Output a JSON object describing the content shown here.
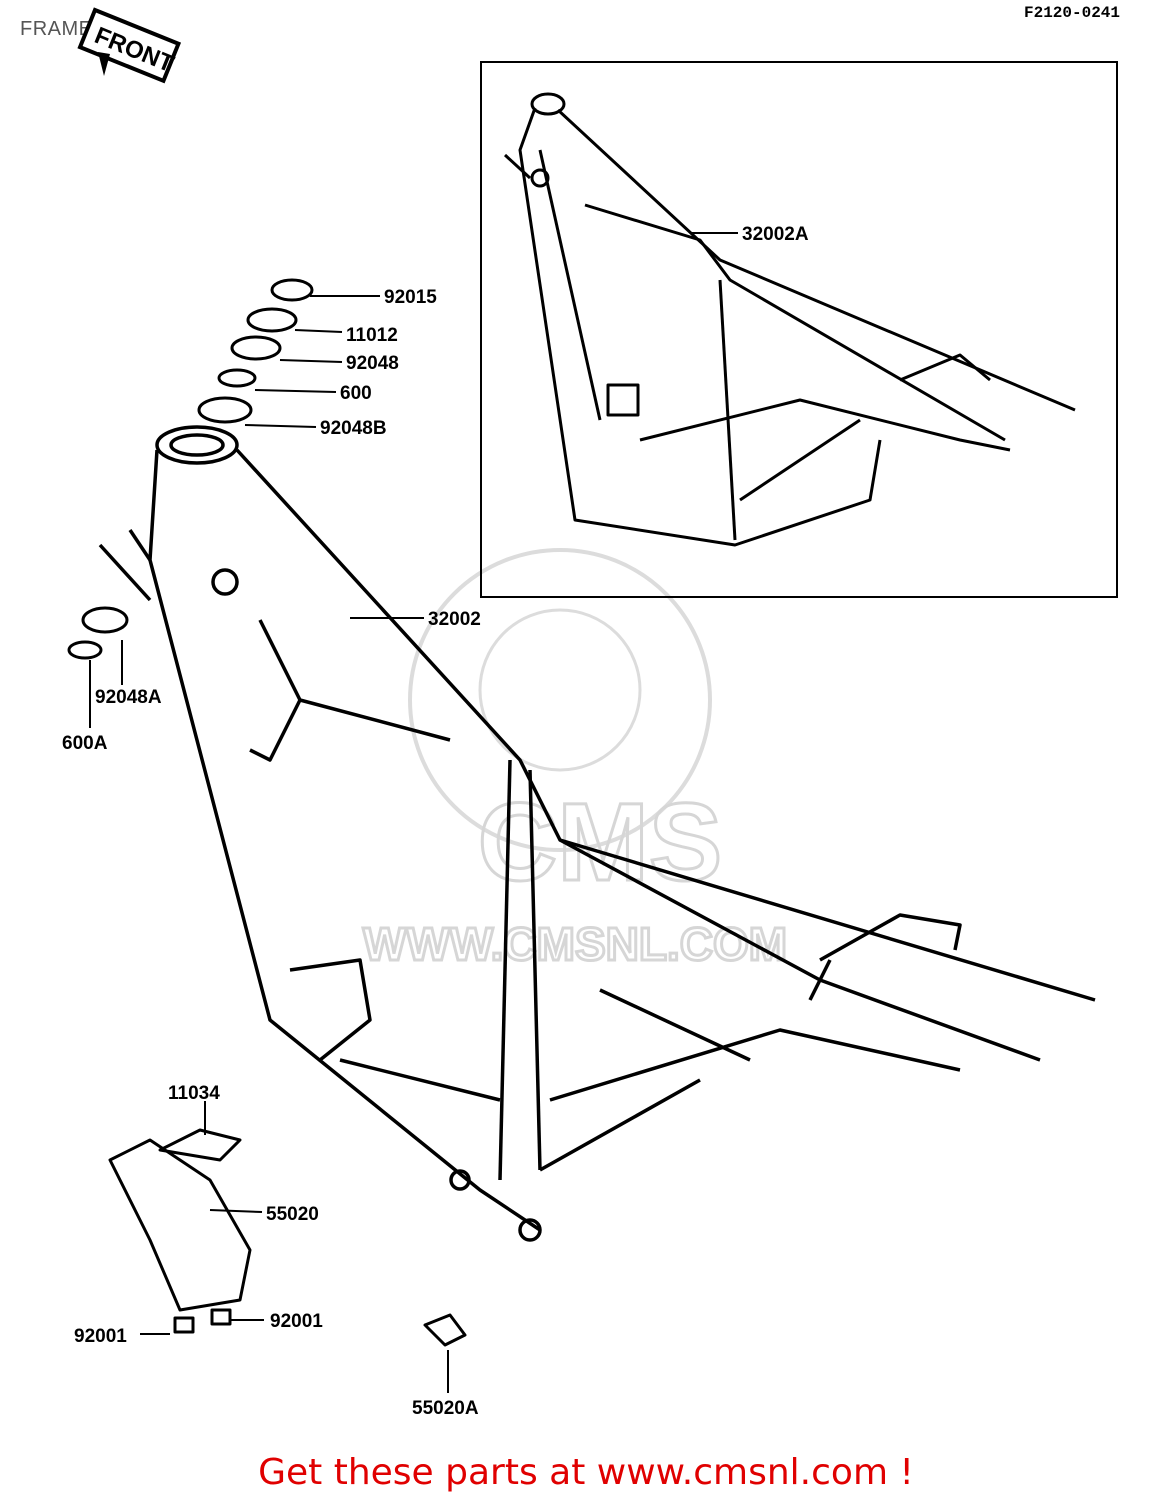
{
  "header": {
    "title": "FRAME",
    "code": "F2120-0241"
  },
  "front_arrow": {
    "label": "FRONT"
  },
  "watermark": {
    "url": "WWW.CMSNL.COM",
    "logo": "CMS"
  },
  "labels": {
    "p92015": "92015",
    "p11012": "11012",
    "p92048": "92048",
    "p600": "600",
    "p92048B": "92048B",
    "p32002": "32002",
    "p32002A": "32002A",
    "p92048A": "92048A",
    "p600A": "600A",
    "p11034": "11034",
    "p55020": "55020",
    "p92001_left": "92001",
    "p92001_right": "92001",
    "p55020A": "55020A"
  },
  "footer": {
    "text": "Get these parts at www.cmsnl.com !"
  },
  "colors": {
    "footer": "#e00000",
    "line": "#000000"
  }
}
